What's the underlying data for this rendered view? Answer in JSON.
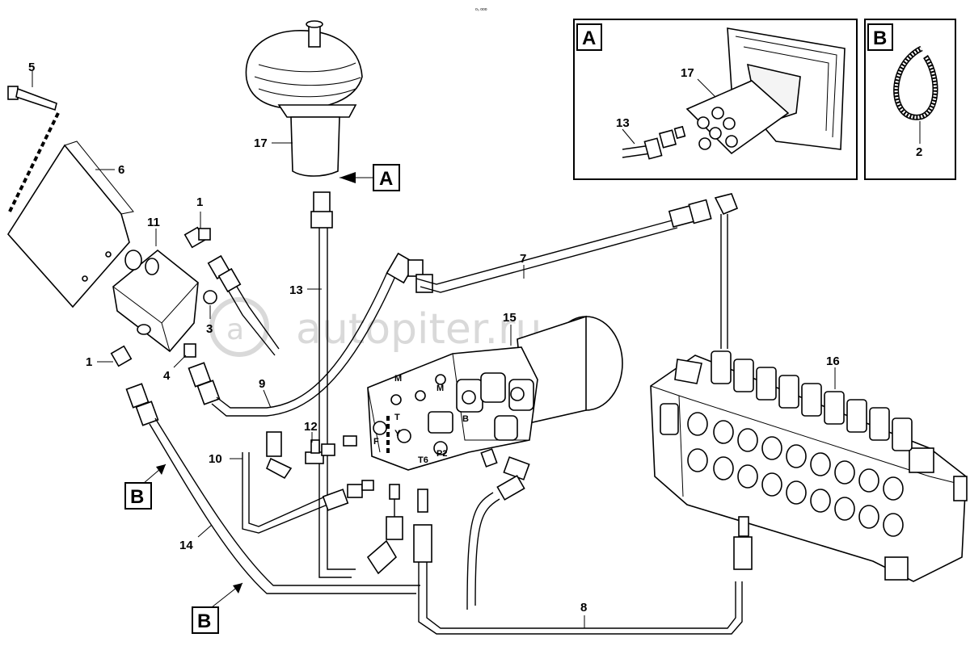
{
  "header": {
    "page_code": "o₀ ooo"
  },
  "watermark": {
    "text": "autopiter.ru"
  },
  "inset_a": {
    "letter": "A",
    "callouts": [
      "17",
      "13"
    ]
  },
  "inset_b": {
    "letter": "B",
    "callouts": [
      "2"
    ]
  },
  "view_flags": [
    {
      "letter": "A"
    },
    {
      "letter": "B"
    },
    {
      "letter": "B"
    }
  ],
  "callouts": {
    "c1a": "1",
    "c1b": "1",
    "c3": "3",
    "c4": "4",
    "c5": "5",
    "c6": "6",
    "c7": "7",
    "c8": "8",
    "c9": "9",
    "c10": "10",
    "c11": "11",
    "c12": "12",
    "c13": "13",
    "c14": "14",
    "c15": "15",
    "c16": "16",
    "c17": "17"
  },
  "valve_port_labels": [
    "M",
    "M",
    "F",
    "T6",
    "P2",
    "T",
    "Y",
    "B"
  ]
}
